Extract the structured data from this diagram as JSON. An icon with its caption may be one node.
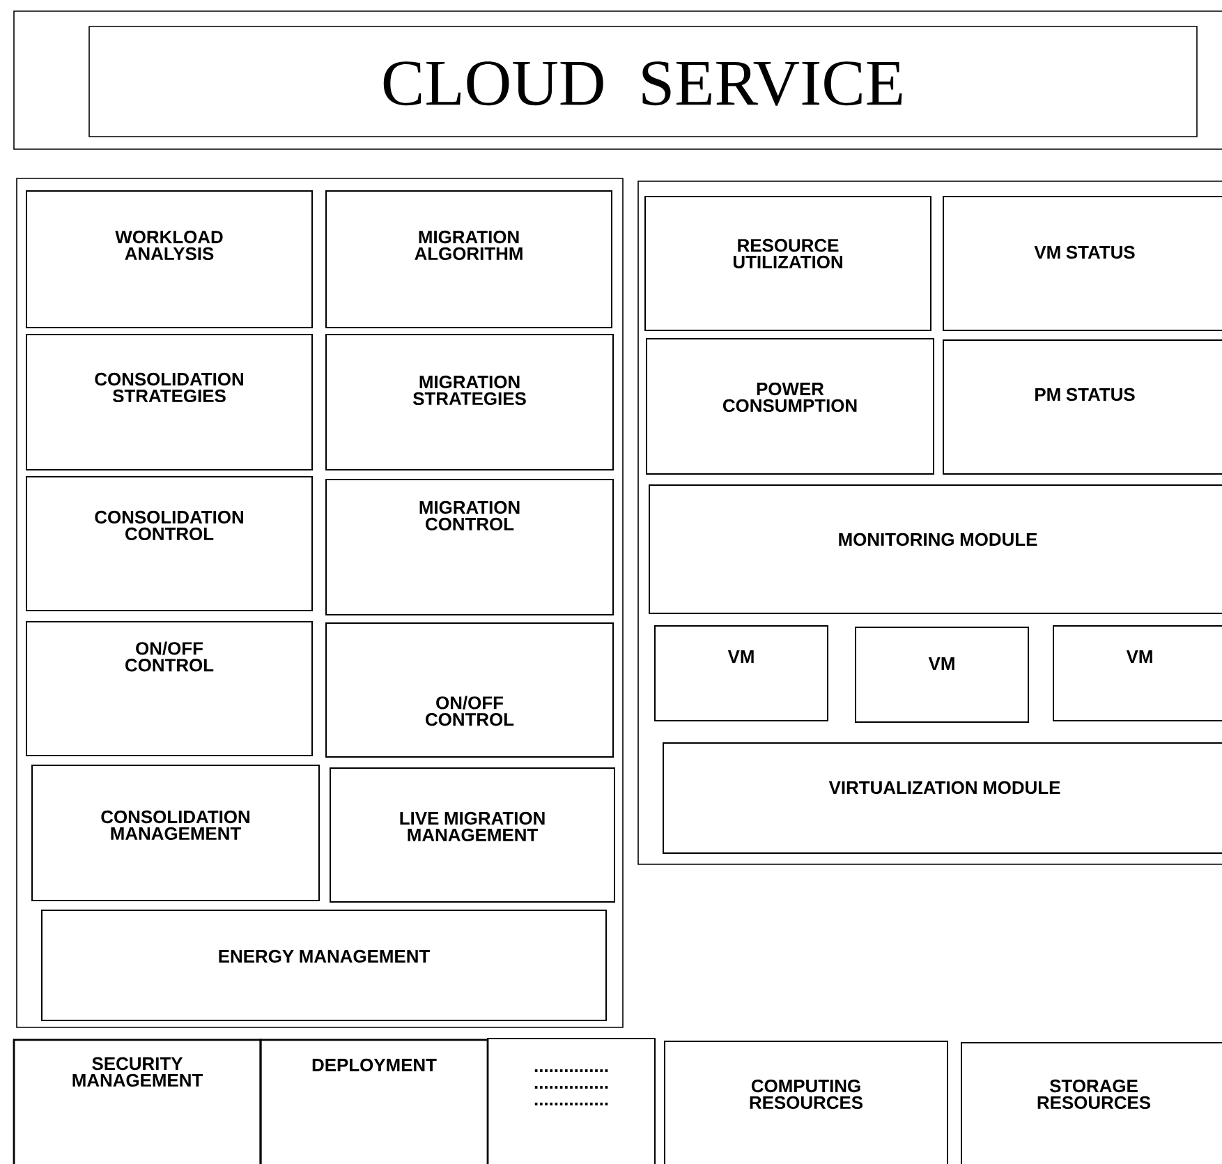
{
  "diagram": {
    "nodes": [
      {
        "text": [],
        "shape": "box"
      },
      {
        "text": [
          "CLOUD SERVICE"
        ],
        "in": 0
      },
      {
        "text": [],
        "shape": "box"
      },
      {
        "text": [
          "WORKLOAD ANALYSIS"
        ],
        "in": 2
      },
      {
        "text": [
          "MIGRATION ALGORITHM"
        ],
        "in": 2
      },
      {
        "text": [
          "CONSOLIDATION STRATEGIES"
        ],
        "in": 2
      },
      {
        "text": [
          "MIGRATION STRATEGIES"
        ],
        "in": 2
      },
      {
        "text": [
          "CONSOLIDATION CONTROL"
        ],
        "in": 2
      },
      {
        "text": [
          "MIGRATION CONTROL"
        ],
        "in": 2
      },
      {
        "text": [
          "ON/OFF CONTROL"
        ],
        "in": 2
      },
      {
        "text": [
          "ON/OFF CONTROL"
        ],
        "in": 2
      },
      {
        "text": [
          "CONSOLIDATION MANAGEMENT"
        ],
        "in": 2
      },
      {
        "text": [
          "LIVE MIGRATION MANAGEMENT"
        ],
        "in": 2
      },
      {
        "text": [
          "ENERGY MANAGEMENT"
        ],
        "in": 2
      },
      {
        "text": [],
        "shape": "box"
      },
      {
        "text": [
          "RESOURCE UTILIZATION"
        ],
        "in": 14
      },
      {
        "text": [
          "VM STATUS"
        ],
        "in": 14
      },
      {
        "text": [
          "POWER CONSUMPTION"
        ],
        "in": 14
      },
      {
        "text": [
          "PM STATUS"
        ],
        "in": 14
      },
      {
        "text": [
          "MONITORING MODULE"
        ],
        "in": 14
      },
      {
        "text": [
          "VM"
        ],
        "in": 14
      },
      {
        "text": [
          "VM"
        ],
        "in": 14
      },
      {
        "text": [
          "VM"
        ],
        "in": 14
      },
      {
        "text": [
          "VIRTUALIZATION MODULE"
        ],
        "in": 14
      },
      {
        "text": [
          "SECURITY MANAGEMENT"
        ]
      },
      {
        "text": [
          "DEPLOYMENT"
        ]
      },
      {
        "text": [
          "............... ............... ..............."
        ]
      },
      {
        "text": [
          "COMPUTING RESOURCES"
        ]
      },
      {
        "text": [
          "STORAGE RESOURCES"
        ]
      }
    ],
    "edges": []
  }
}
